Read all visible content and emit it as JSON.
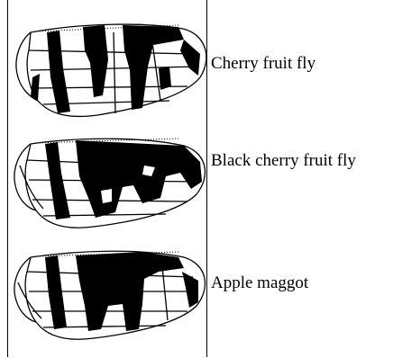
{
  "labels": {
    "cherry": "Cherry fruit fly",
    "black_cherry": "Black cherry fruit fly",
    "apple": "Apple maggot"
  },
  "colors": {
    "ink": "#000000",
    "paper": "#ffffff"
  }
}
